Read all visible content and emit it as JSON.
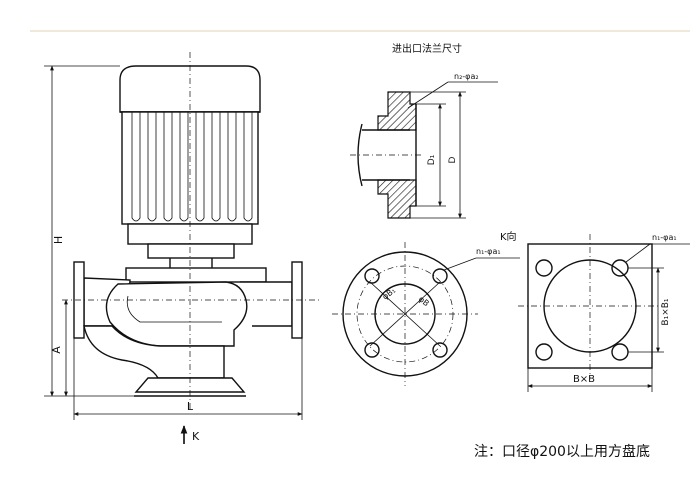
{
  "flange_section": {
    "title": "进出口法兰尺寸",
    "bolt_label": "n₂-φa₂",
    "d1_label": "D₁",
    "d_label": "D"
  },
  "side_view": {
    "h_label": "H",
    "a_label": "A",
    "l_label": "L",
    "k_label": "K"
  },
  "k_view": {
    "title": "K向",
    "round_bolt_label": "n₁-φa₁",
    "round_b1_label": "φB₁",
    "round_b_label": "φB",
    "square_bolt_label": "n₁-φa₁",
    "square_b1_label": "B₁×B₁",
    "square_b_label": "B×B"
  },
  "note": "注：口径φ200以上用方盘底"
}
